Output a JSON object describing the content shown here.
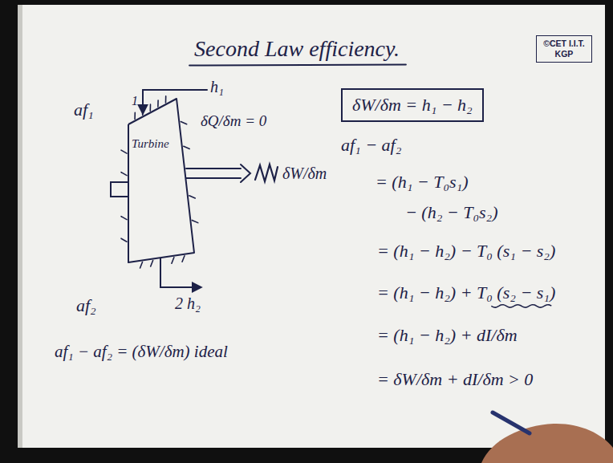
{
  "diagram": {
    "title": "Second Law efficiency.",
    "nodes": [
      {
        "text": [
          "©CET I.I.T. KGP"
        ]
      },
      {
        "text": [
          "Turbine"
        ]
      },
      {
        "text": [
          "δW/δm = h₁ − h₂"
        ]
      }
    ],
    "labels": [
      "af₁",
      "1",
      "h₁",
      "δQ/δm = 0",
      "δW/δm",
      "af₂",
      "2 h₂",
      "af₁ − af₂ = (δW/δm) ideal",
      "af₁ − af₂",
      "= (h₁ − T₀s₁)",
      "− (h₂ − T₀s₂)",
      "= (h₁ − h₂) − T₀ (s₁ − s₂)",
      "= (h₁ − h₂) + T₀ (s₂ − s₁)",
      "= (h₁ − h₂) + dI/δm",
      "= δW/δm + dI/δm > 0"
    ]
  }
}
